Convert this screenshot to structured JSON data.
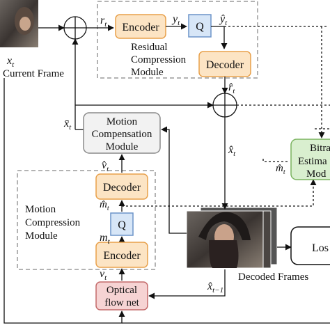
{
  "blocks": {
    "encoder_top": "Encoder",
    "quant_top": "Q",
    "decoder_top": "Decoder",
    "residual_module": [
      "Residual",
      "Compression",
      "Module"
    ],
    "motion_comp": [
      "Motion",
      "Compensation",
      "Module"
    ],
    "decoder_mid": "Decoder",
    "quant_mid": "Q",
    "encoder_mid": "Encoder",
    "optical_flow": [
      "Optical",
      "flow net"
    ],
    "motion_module": [
      "Motion",
      "Compression",
      "Module"
    ],
    "bitrate": [
      "Bitra",
      "Estima",
      "Mod"
    ],
    "loss": "Los"
  },
  "labels": {
    "current_frame": "Current Frame",
    "decoded_frames": "Decoded Frames",
    "x_t": "x",
    "x_t_sub": "t",
    "r_t": "r",
    "y_t": "y",
    "y_hat": "ŷ",
    "r_hat": "r̂",
    "x_hat": "x̂",
    "x_bar": "x̄",
    "v_hat": "v̂",
    "m_hat": "m̂",
    "m_t": "m",
    "v_t": "v",
    "x_hat_prev": "x̂",
    "sub_t": "t",
    "sub_tm1": "t−1"
  },
  "colors": {
    "orange_fill": "#fce4c4",
    "orange_stroke": "#e8a04a",
    "blue_fill": "#d7e6f7",
    "blue_stroke": "#6c94c9",
    "gray_fill": "#f2f2f2",
    "gray_stroke": "#8a8a8a",
    "green_fill": "#d9efcf",
    "green_stroke": "#7ab35f",
    "red_fill": "#f6d3d3",
    "red_stroke": "#c46a6a"
  }
}
